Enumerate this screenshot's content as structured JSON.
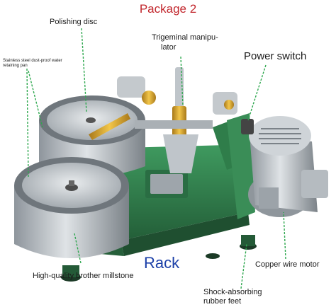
{
  "title": "Package 2",
  "labels": {
    "polishing_disc": "Polishing disc",
    "trigeminal_line1": "Trigeminal manipu-",
    "trigeminal_line2": "lator",
    "power_switch": "Power switch",
    "pan_line1": "Stainless steel dust-proof water",
    "pan_line2": "retaining pan",
    "rack": "Rack",
    "millstone": "High-quality brother millstone",
    "feet_line1": "Shock-absorbing",
    "feet_line2": "rubber feet",
    "motor": "Copper wire motor"
  },
  "colors": {
    "title": "#c2272d",
    "leader": "#2fa84f",
    "rack_label": "#1b3fa8",
    "frame": "#2f7d4a",
    "steel": "#b8bec4",
    "brass": "#d9a520"
  }
}
